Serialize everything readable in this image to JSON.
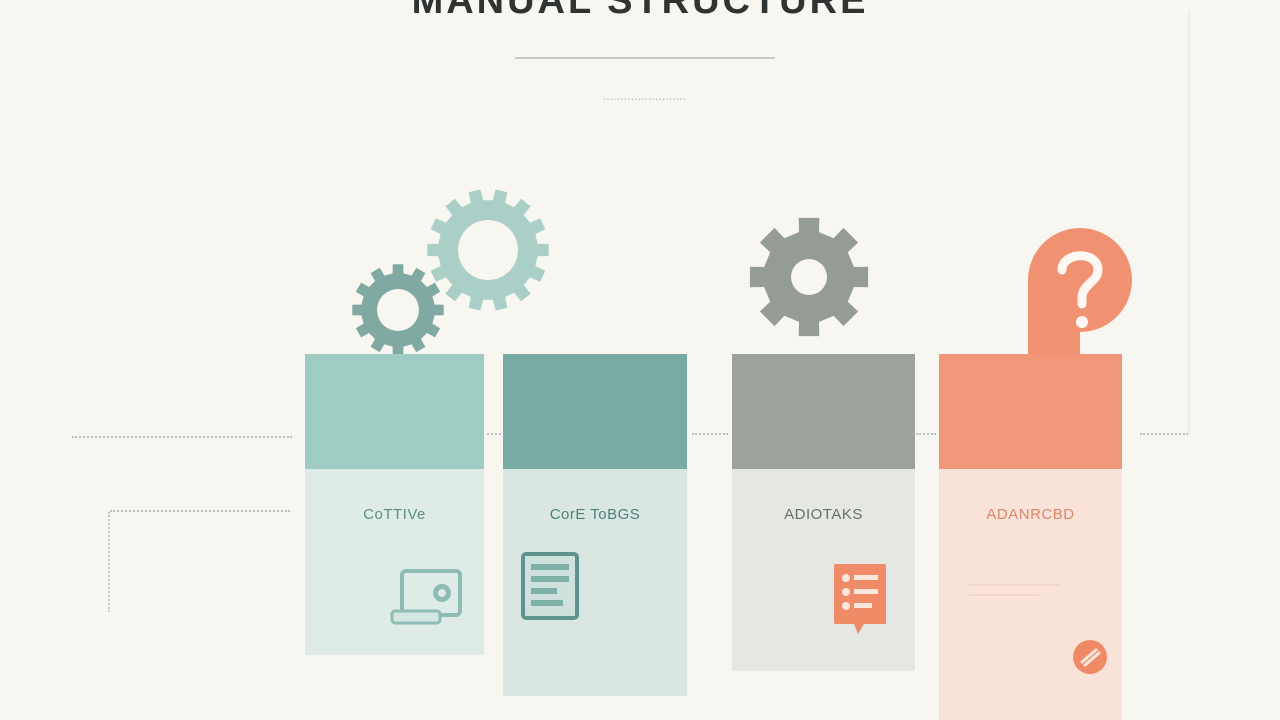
{
  "header": {
    "title": "MANUAL STRUCTURE",
    "subtitle": "ꞏꞏꞏꞏꞏꞏꞏꞏꞏꞏꞏꞏꞏꞏꞏꞏꞏꞏꞏꞏꞏꞏꞏꞏ"
  },
  "sections": [
    {
      "label": "CoTTIVe",
      "color": "#9ecbc2",
      "icon": "gears-icon"
    },
    {
      "label": "CorE ToBGS",
      "color": "#78aba3",
      "icon": "document-icon"
    },
    {
      "label": "ADIOTAKS",
      "color": "#9da19b",
      "icon": "gear-icon"
    },
    {
      "label": "ADANRCBD",
      "color": "#f2967a",
      "icon": "question-icon"
    }
  ],
  "colors": {
    "background": "#f8f6f1",
    "teal_light": "#9ecbc2",
    "teal": "#78aba3",
    "gray": "#9da19b",
    "coral": "#f2967a"
  }
}
